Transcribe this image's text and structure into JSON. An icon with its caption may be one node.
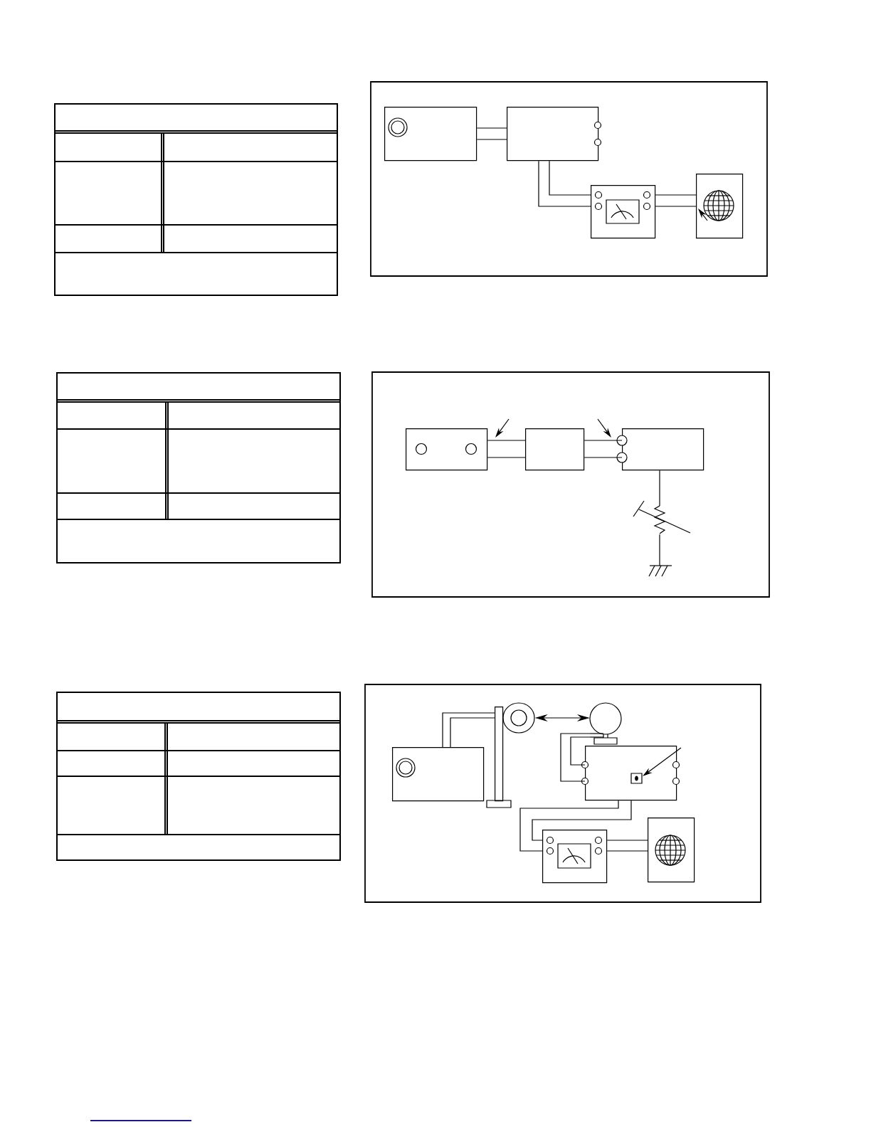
{
  "diagram": {
    "nodes": [
      {
        "text": [],
        "shape": "box"
      },
      {
        "text": [],
        "shape": "box"
      },
      {
        "text": [],
        "shape": "box"
      },
      {
        "text": [],
        "shape": "box"
      },
      {
        "text": [],
        "shape": "box"
      },
      {
        "text": [],
        "shape": "box"
      },
      {
        "text": [],
        "shape": "box"
      },
      {
        "text": [],
        "shape": "resistor"
      },
      {
        "text": [],
        "shape": "ground"
      },
      {
        "text": [],
        "shape": "box"
      },
      {
        "text": [],
        "shape": "bar"
      },
      {
        "text": [],
        "shape": "circle"
      },
      {
        "text": [],
        "shape": "microphone"
      },
      {
        "text": [],
        "shape": "box"
      },
      {
        "text": [],
        "shape": "box"
      },
      {
        "text": [],
        "shape": "box"
      }
    ],
    "edges": [
      {
        "from": 0,
        "to": 1,
        "arrow": "none"
      },
      {
        "from": 0,
        "to": 1,
        "arrow": "none"
      },
      {
        "from": 1,
        "to": 2,
        "arrow": "none"
      },
      {
        "from": 1,
        "to": 2,
        "arrow": "none"
      },
      {
        "from": 2,
        "to": 3,
        "arrow": "none"
      },
      {
        "from": 2,
        "to": 3,
        "arrow": "none"
      },
      {
        "from": 4,
        "to": 5,
        "arrow": "none"
      },
      {
        "from": 4,
        "to": 5,
        "arrow": "none"
      },
      {
        "from": 5,
        "to": 6,
        "arrow": "none"
      },
      {
        "from": 5,
        "to": 6,
        "arrow": "none"
      },
      {
        "from": 6,
        "to": 7,
        "arrow": "none"
      },
      {
        "from": 7,
        "to": 8,
        "arrow": "none"
      },
      {
        "from": 9,
        "to": 10,
        "arrow": "none"
      },
      {
        "from": 9,
        "to": 10,
        "arrow": "none"
      },
      {
        "from": 11,
        "to": 12,
        "arrow": "both"
      },
      {
        "from": 12,
        "to": 13,
        "arrow": "none"
      },
      {
        "from": 12,
        "to": 13,
        "arrow": "none"
      },
      {
        "from": 13,
        "to": 14,
        "arrow": "none"
      },
      {
        "from": 13,
        "to": 14,
        "arrow": "none"
      },
      {
        "from": 14,
        "to": 15,
        "arrow": "none"
      },
      {
        "from": 14,
        "to": 15,
        "arrow": "none"
      }
    ]
  }
}
